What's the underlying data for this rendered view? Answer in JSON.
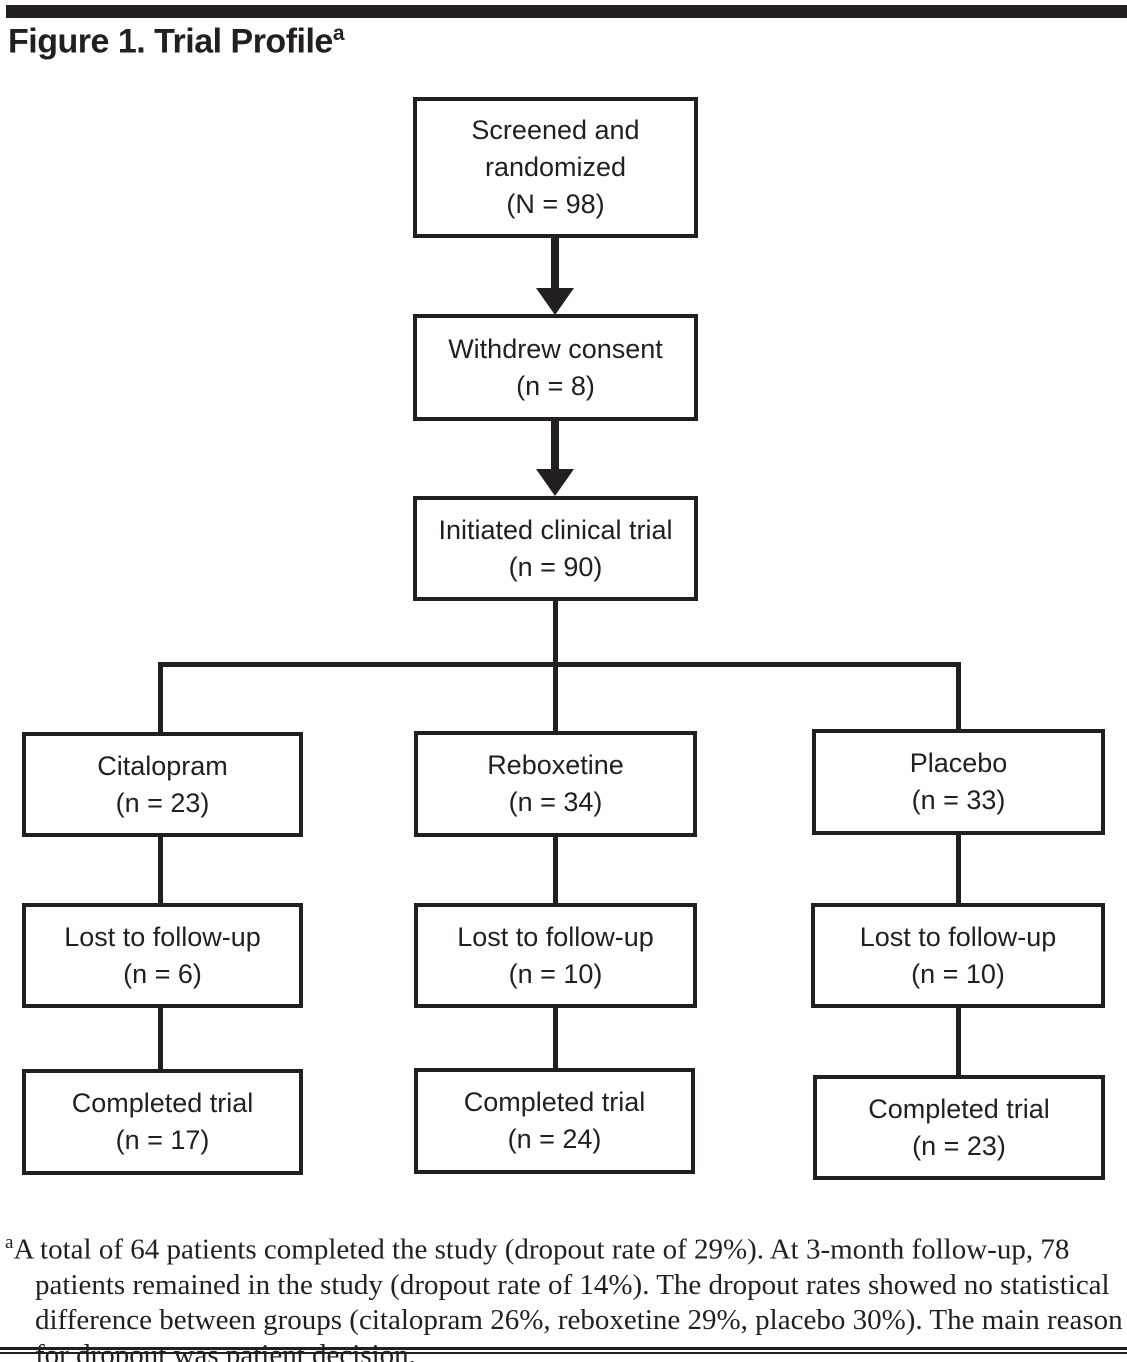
{
  "figure": {
    "title": "Figure 1. Trial Profile",
    "title_superscript": "a"
  },
  "flowchart": {
    "screened": {
      "lines": [
        "Screened and",
        "randomized",
        "(N = 98)"
      ]
    },
    "withdrew": {
      "lines": [
        "Withdrew consent",
        "(n = 8)"
      ]
    },
    "initiated": {
      "lines": [
        "Initiated clinical trial",
        "(n = 90)"
      ]
    },
    "arms": {
      "citalopram": {
        "allocated": {
          "lines": [
            "Citalopram",
            "(n = 23)"
          ]
        },
        "lost": {
          "lines": [
            "Lost to follow-up",
            "(n = 6)"
          ]
        },
        "completed": {
          "lines": [
            "Completed trial",
            "(n = 17)"
          ]
        }
      },
      "reboxetine": {
        "allocated": {
          "lines": [
            "Reboxetine",
            "(n = 34)"
          ]
        },
        "lost": {
          "lines": [
            "Lost to follow-up",
            "(n = 10)"
          ]
        },
        "completed": {
          "lines": [
            "Completed trial",
            "(n = 24)"
          ]
        }
      },
      "placebo": {
        "allocated": {
          "lines": [
            "Placebo",
            "(n = 33)"
          ]
        },
        "lost": {
          "lines": [
            "Lost to follow-up",
            "(n = 10)"
          ]
        },
        "completed": {
          "lines": [
            "Completed trial",
            "(n = 23)"
          ]
        }
      }
    }
  },
  "footnote": {
    "marker": "a",
    "text": "A total of 64 patients completed the study (dropout rate of 29%). At 3-month follow-up, 78 patients remained in the study (dropout rate of 14%). The dropout rates showed no statistical difference between groups (citalopram 26%, reboxetine 29%, placebo 30%). The main reason for dropout was patient decision."
  },
  "colors": {
    "ink": "#231f20",
    "background": "#ffffff"
  }
}
